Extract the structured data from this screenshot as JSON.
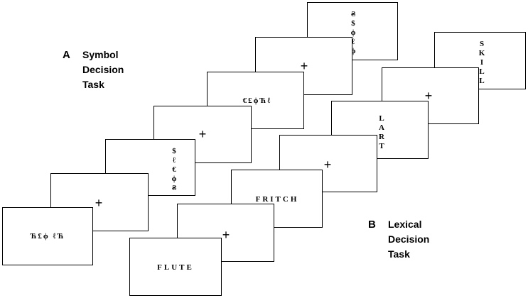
{
  "panel_a": {
    "letter": "A",
    "title_lines": [
      "Symbol",
      "Decision",
      "Task"
    ],
    "fixation": "+",
    "stimuli": [
      "Ћ£ϕ ℓЋ",
      "$ℓ€ϕ₴",
      "€£ϕЋℓ",
      "₴$ϕℓϕ"
    ]
  },
  "panel_b": {
    "letter": "B",
    "title_lines": [
      "Lexical",
      "Decision",
      "Task"
    ],
    "fixation": "+",
    "stimuli": [
      "FLUTE",
      "FRITCH",
      "LART",
      "SKILL"
    ]
  }
}
